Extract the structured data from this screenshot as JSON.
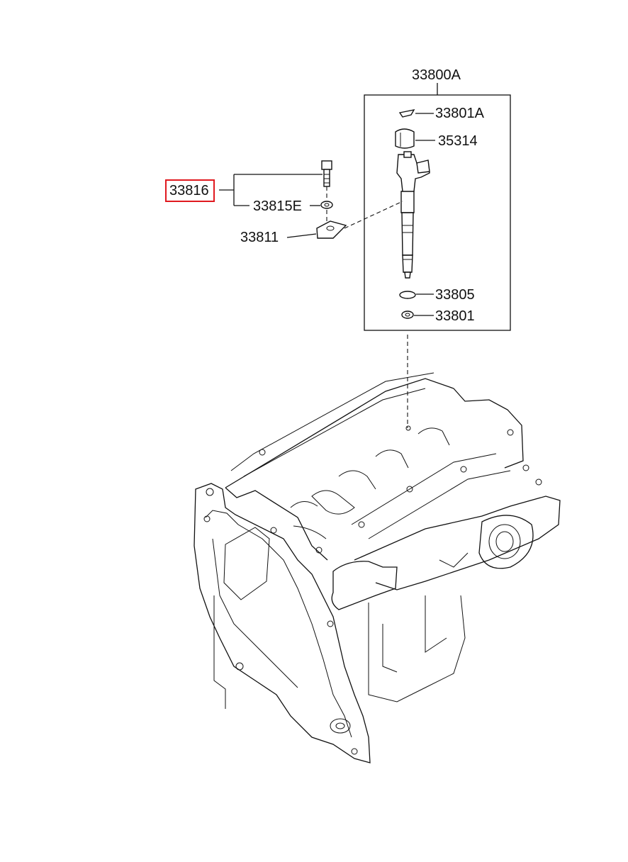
{
  "labels": {
    "assembly": "33800A",
    "clip": "33801A",
    "sleeve": "35314",
    "bolt_set": "33816",
    "washer": "33815E",
    "clamp": "33811",
    "o_ring": "33805",
    "gasket": "33801"
  },
  "highlight_color": "#e0191f",
  "highlighted_part": "33816"
}
